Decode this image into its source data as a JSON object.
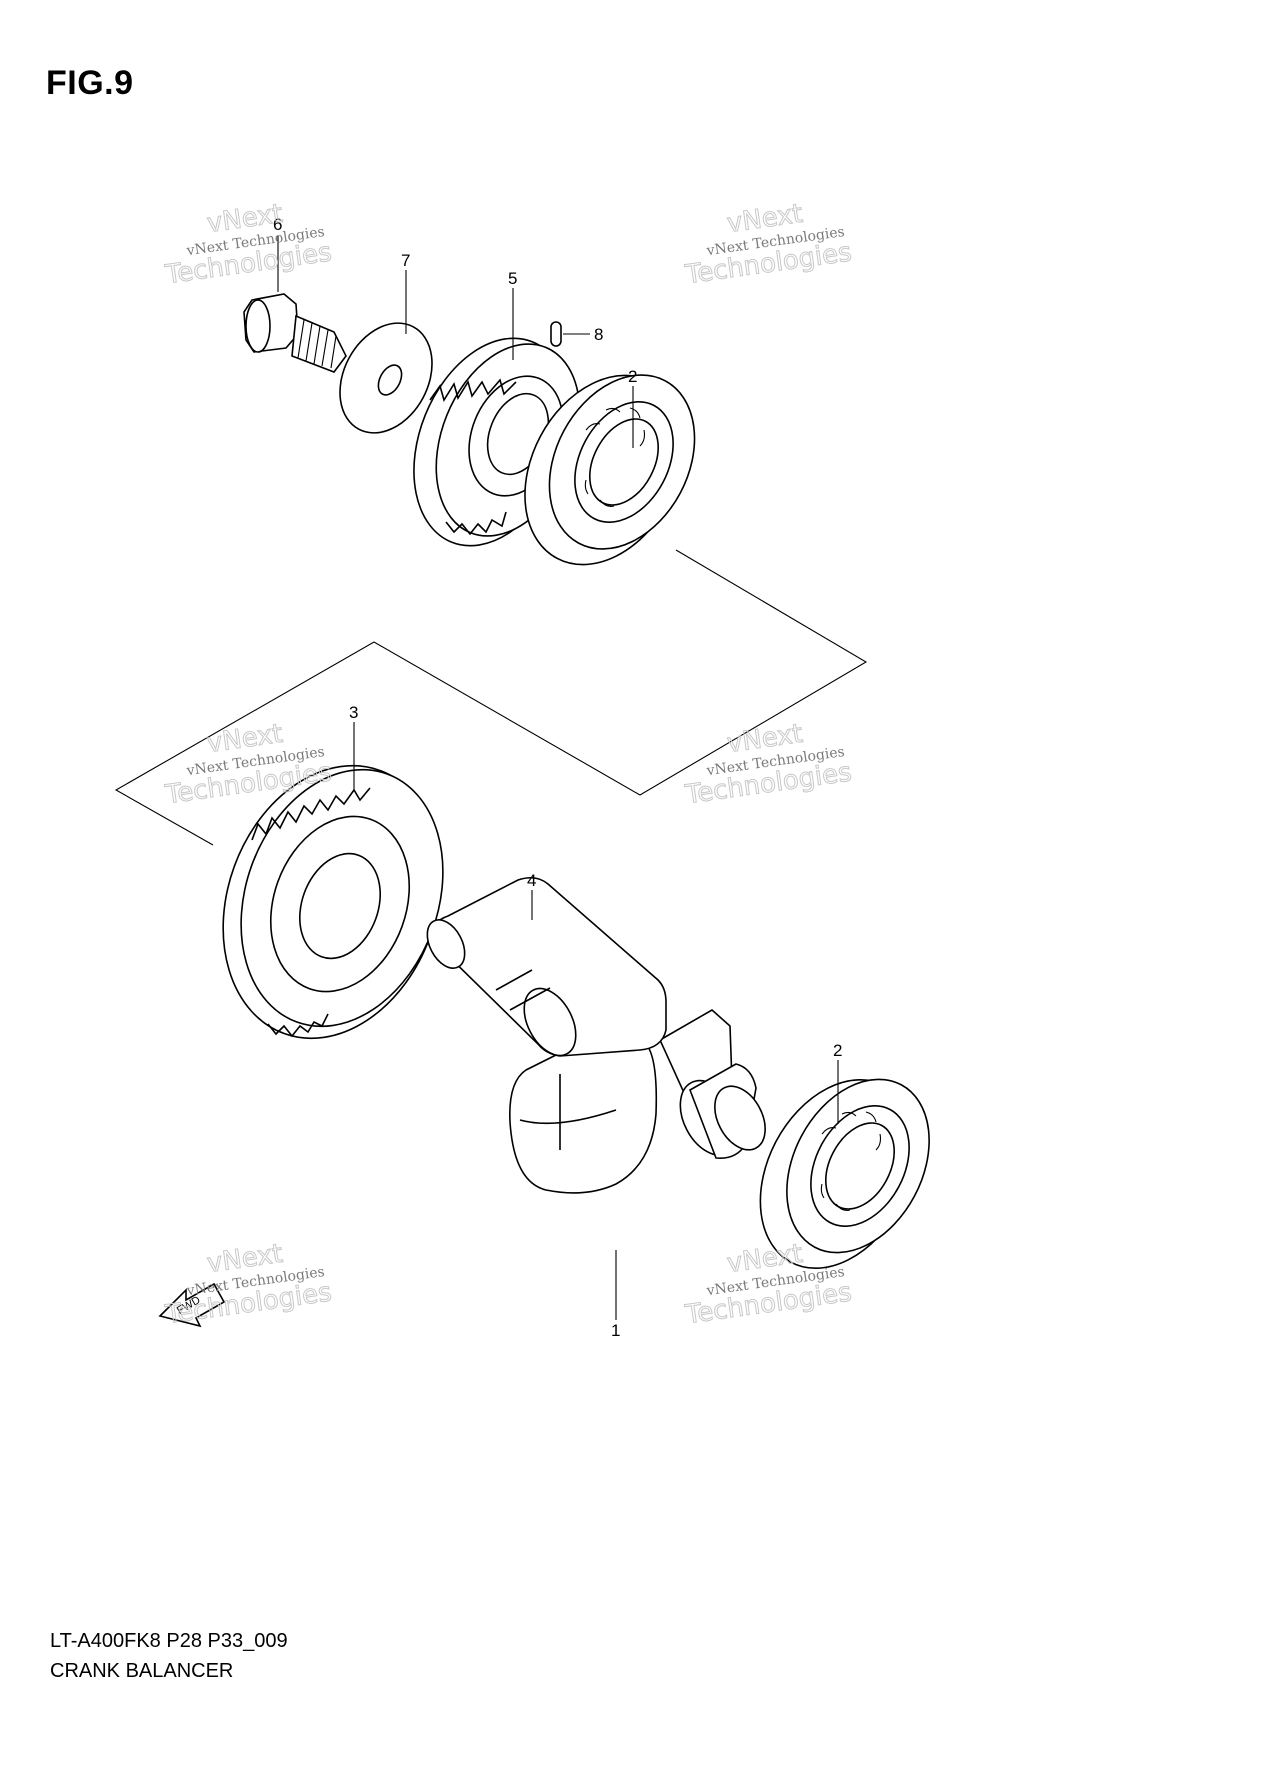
{
  "figure": {
    "title": "FIG.9"
  },
  "footer": {
    "model_code": "LT-A400FK8 P28 P33_009",
    "caption": "CRANK BALANCER"
  },
  "callouts": {
    "bolt": "6",
    "washer": "7",
    "drive_gear": "5",
    "pin": "8",
    "bearing_upper": "2",
    "driven_gear": "3",
    "key": "4",
    "bearing_lower": "2",
    "balancer_shaft": "1"
  },
  "watermark": {
    "small": "vNext Technologies",
    "large_top": "vNext",
    "large_bottom": "Technologies"
  },
  "direction_marker": {
    "label": "FWD"
  }
}
